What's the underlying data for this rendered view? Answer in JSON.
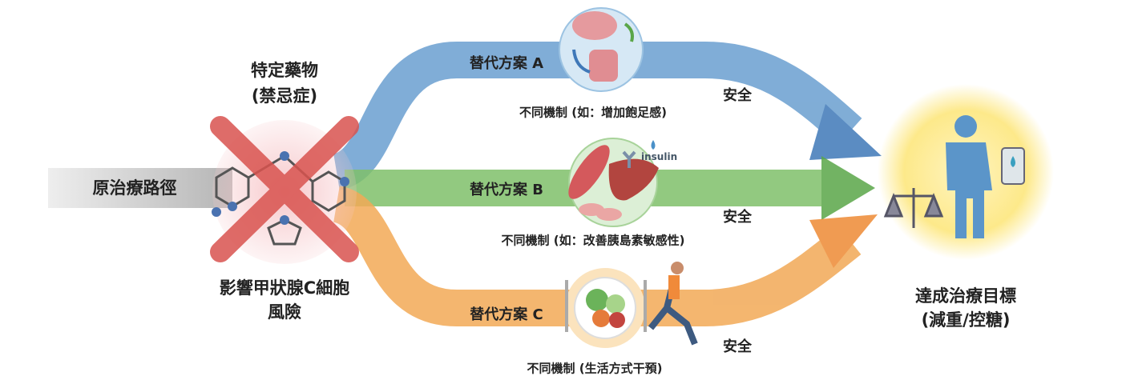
{
  "original_path": {
    "label": "原治療路徑"
  },
  "contraindicated": {
    "title": "特定藥物",
    "subtitle": "(禁忌症)",
    "risk_line1": "影響甲狀腺C細胞",
    "risk_line2": "風險"
  },
  "alternatives": [
    {
      "label": "替代方案 A",
      "mechanism": "不同機制 (如：增加飽足感)",
      "safety": "安全",
      "color": "#5b95c9",
      "icon": "brain-gut-icon"
    },
    {
      "label": "替代方案 B",
      "mechanism": "不同機制 (如：改善胰島素敏感性)",
      "safety": "安全",
      "color": "#6bb35a",
      "icon": "muscle-liver-insulin-icon",
      "icon_text": "insulin"
    },
    {
      "label": "替代方案 C",
      "mechanism": "不同機制 (生活方式干預)",
      "safety": "安全",
      "color": "#f0a04b",
      "icon": "healthy-plate-runner-icon"
    }
  ],
  "goal": {
    "line1": "達成治療目標",
    "line2": "(減重/控糖)"
  },
  "colors": {
    "cross": "#d9534f",
    "gray_path": "#b8b8b8",
    "goal_glow": "#fde98a"
  }
}
